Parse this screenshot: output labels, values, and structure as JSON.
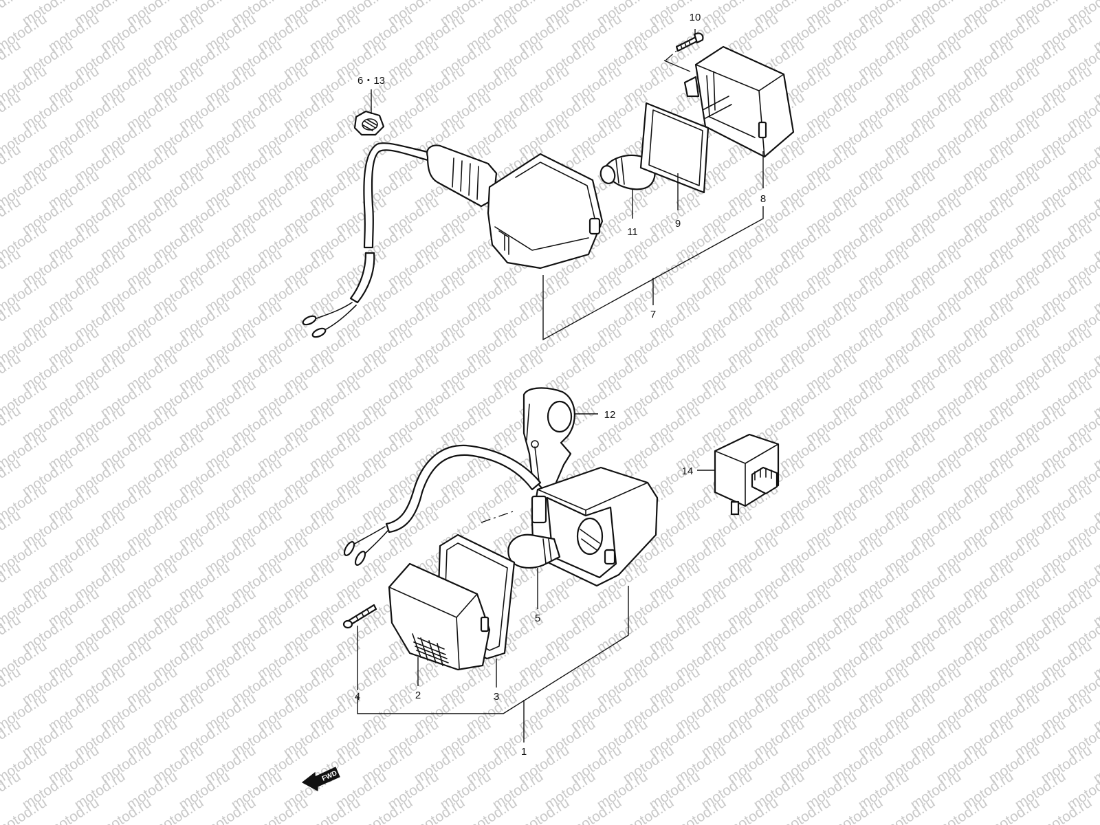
{
  "watermark": "motod.ru",
  "fwd": "FWD",
  "callouts": {
    "c1": "1",
    "c2": "2",
    "c3": "3",
    "c4": "4",
    "c5": "5",
    "c613": "6・13",
    "c7": "7",
    "c8": "8",
    "c9": "9",
    "c10": "10",
    "c11": "11",
    "c12": "12",
    "c14": "14"
  }
}
